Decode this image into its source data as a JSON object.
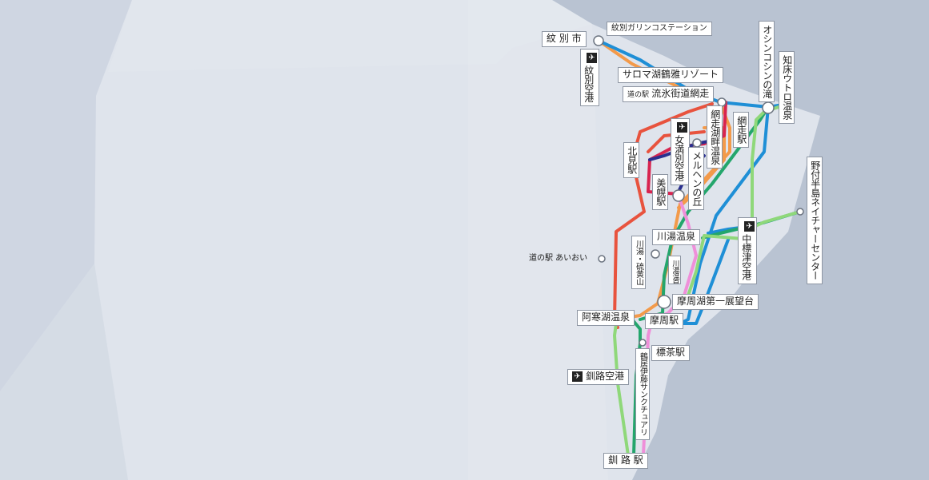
{
  "stations": {
    "monbetsu_city": "紋 別 市",
    "monbetsu_gas": "紋別ガリンコステーション",
    "monbetsu_airport": "紋別空港",
    "saroma_resort": "サロマ湖鶴雅リゾート",
    "michinoeki_ryuhyo_prefix": "道の駅",
    "michinoeki_ryuhyo": "流氷街道網走",
    "oshinkoshin": "オシンコシンの滝",
    "shiretoko_utoro": "知床ウトロ温泉",
    "abashiri_kohan": "網走湖畔温泉",
    "abashiri_station": "網走駅",
    "memanbetsu_airport": "女満別空港",
    "kitami_station": "北見駅",
    "bihoro_station": "美幌駅",
    "meruhen_hill": "メルヘンの丘",
    "notsuke_nature": "野付半島ネイチャーセンター",
    "nakashibetsu_airport": "中標津空港",
    "kawayu_onsen": "川湯温泉",
    "kawayu_iozan": "川湯・硫黄山",
    "kawayu_onsen_station": "川湯温泉駅",
    "michinoeki_aioi": "道の駅 あいおい",
    "mashu_observatory": "摩周湖第一展望台",
    "akanko_onsen": "阿寒湖温泉",
    "mashu_station": "摩周駅",
    "shibecha_station": "標茶駅",
    "tsurui_sanctuary": "鶴居伊藤サンクチュアリ",
    "kushiro_airport": "釧路空港",
    "kushiro_station": "釧 路 駅"
  },
  "icons": {
    "airport": "airplane-icon",
    "stop": "stop-circle-icon"
  },
  "colors": {
    "sea": "#b9c3d2",
    "land": "#dfe4ec",
    "route_orange": "#f39a4a",
    "route_blue": "#1f8fd6",
    "route_red": "#e8533e",
    "route_crimson": "#d8244f",
    "route_navy": "#2a2f8f",
    "route_green": "#24a66c",
    "route_lightgreen": "#8fd87a",
    "route_pink": "#ef8fd9"
  }
}
